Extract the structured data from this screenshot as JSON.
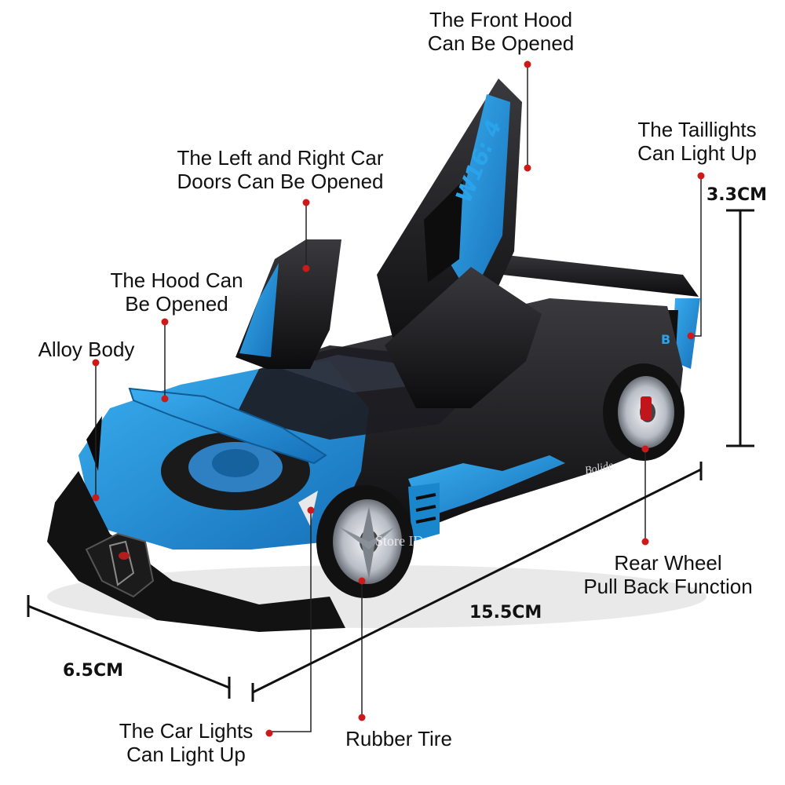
{
  "callouts": {
    "front_hood": [
      "The Front Hood",
      "Can Be Opened"
    ],
    "taillights": [
      "The Taillights",
      "Can Light Up"
    ],
    "doors": [
      "The Left and Right Car",
      "Doors Can Be Opened"
    ],
    "hood": [
      "The Hood Can",
      "Be Opened"
    ],
    "alloy_body": [
      "Alloy Body"
    ],
    "rear_wheel": [
      "Rear Wheel",
      "Pull Back Function"
    ],
    "car_lights": [
      "The Car Lights",
      "Can Light Up"
    ],
    "rubber_tire": [
      "Rubber Tire"
    ]
  },
  "dimensions": {
    "height": "3.3CM",
    "length": "15.5CM",
    "width": "6.5CM"
  },
  "watermark": "Store ID 1104401281",
  "car_badges": {
    "door_text": "W16: 4",
    "side_script": "Bolide",
    "rear_badge": "B"
  },
  "colors": {
    "body_blue": "#1e8fd6",
    "body_black": "#151515",
    "marker_red": "#cc1a1a",
    "rim_silver": "#c9ccd1"
  }
}
